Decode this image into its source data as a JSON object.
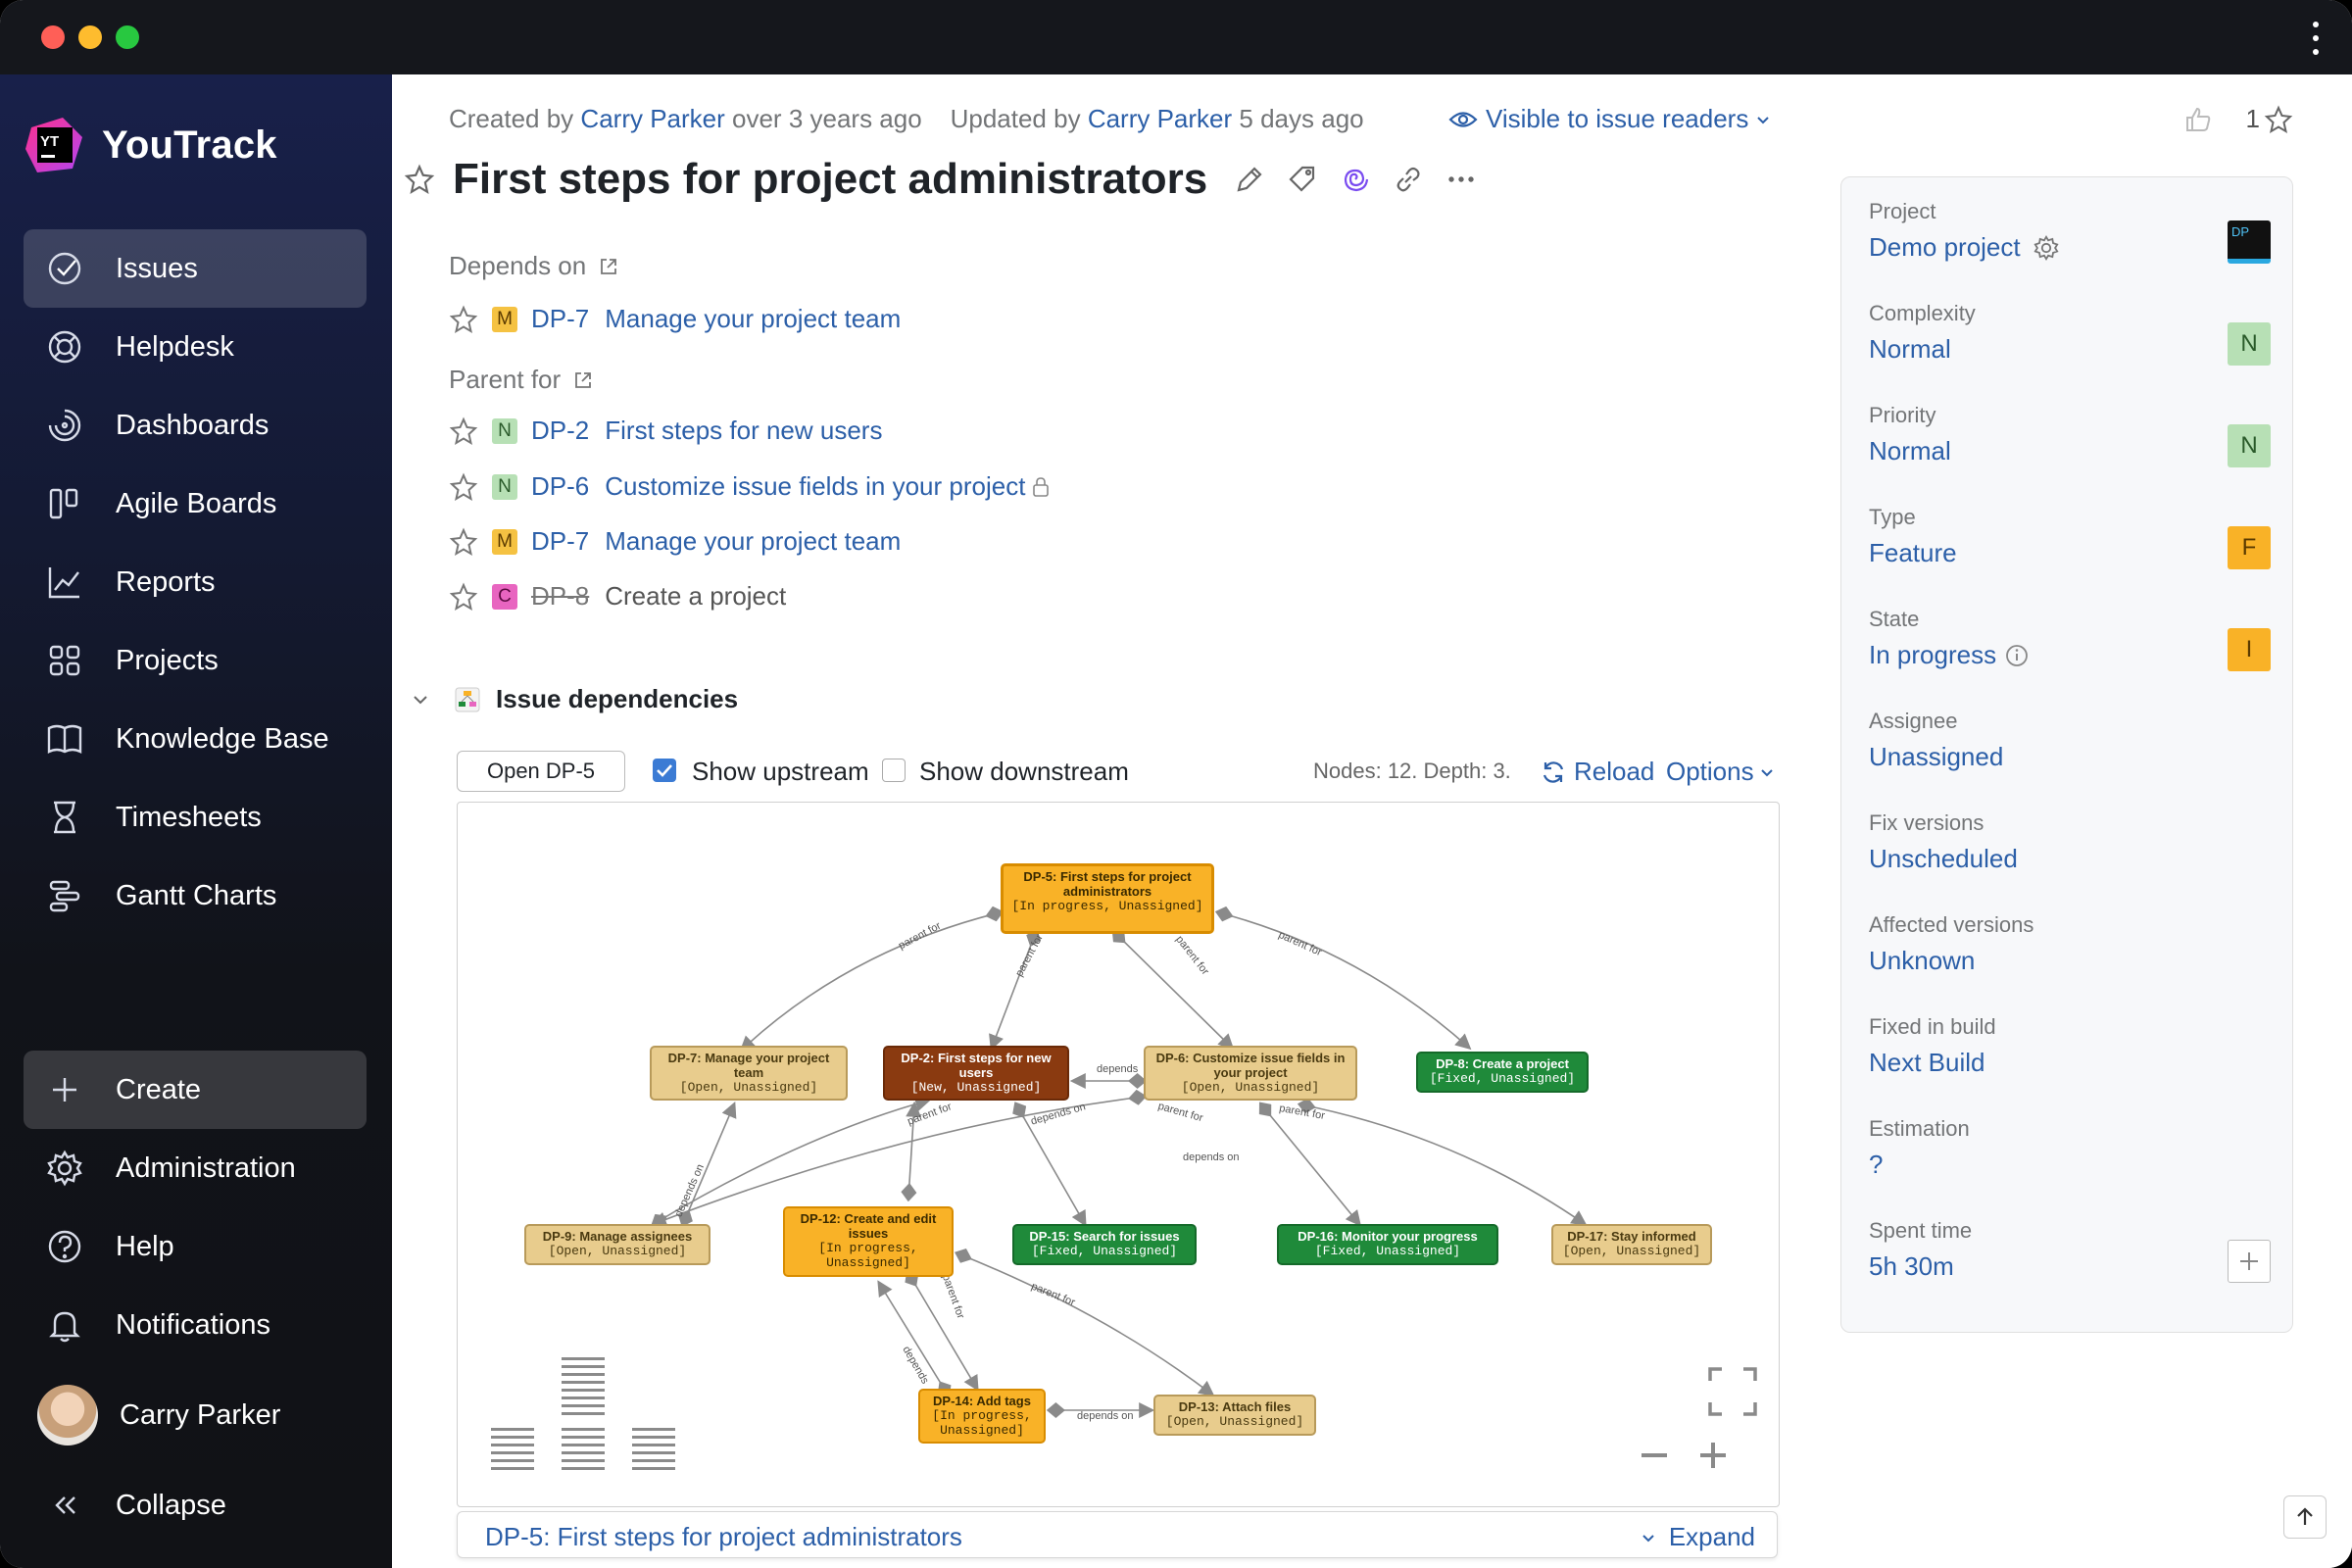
{
  "window": {
    "controls": [
      "close",
      "minimize",
      "zoom"
    ]
  },
  "sidebar": {
    "brand": "YouTrack",
    "logo_text": "YT",
    "items": [
      {
        "label": "Issues",
        "icon": "check-circle-icon",
        "active": true
      },
      {
        "label": "Helpdesk",
        "icon": "lifebuoy-icon"
      },
      {
        "label": "Dashboards",
        "icon": "gauge-icon"
      },
      {
        "label": "Agile Boards",
        "icon": "board-icon"
      },
      {
        "label": "Reports",
        "icon": "chart-icon"
      },
      {
        "label": "Projects",
        "icon": "grid-icon"
      },
      {
        "label": "Knowledge Base",
        "icon": "book-icon"
      },
      {
        "label": "Timesheets",
        "icon": "hourglass-icon"
      },
      {
        "label": "Gantt Charts",
        "icon": "gantt-icon"
      }
    ],
    "bottom": [
      {
        "label": "Create",
        "icon": "plus-icon"
      },
      {
        "label": "Administration",
        "icon": "gear-icon"
      },
      {
        "label": "Help",
        "icon": "question-icon"
      },
      {
        "label": "Notifications",
        "icon": "bell-icon"
      }
    ],
    "user": "Carry Parker",
    "collapse": "Collapse"
  },
  "meta": {
    "created_prefix": "Created by",
    "created_by": "Carry Parker",
    "created_when": "over 3 years ago",
    "updated_prefix": "Updated by",
    "updated_by": "Carry Parker",
    "updated_when": "5 days ago",
    "visibility": "Visible to issue readers",
    "votes": "1"
  },
  "issue": {
    "title": "First steps for project administrators"
  },
  "links": {
    "depends_on_label": "Depends on",
    "depends_on": [
      {
        "badge": "M",
        "badge_color": "#f5c242",
        "id": "DP-7",
        "summary": "Manage your project team",
        "resolved": false
      }
    ],
    "parent_for_label": "Parent for",
    "parent_for": [
      {
        "badge": "N",
        "badge_color": "#b7e0b5",
        "id": "DP-2",
        "summary": "First steps for new users",
        "resolved": false
      },
      {
        "badge": "N",
        "badge_color": "#b7e0b5",
        "id": "DP-6",
        "summary": "Customize issue fields in your project",
        "resolved": false,
        "locked": true
      },
      {
        "badge": "M",
        "badge_color": "#f5c242",
        "id": "DP-7",
        "summary": "Manage your project team",
        "resolved": false
      },
      {
        "badge": "C",
        "badge_color": "#e865c0",
        "id": "DP-8",
        "summary": "Create a project",
        "resolved": true
      }
    ]
  },
  "dependencies": {
    "header": "Issue dependencies",
    "open_button": "Open DP-5",
    "show_upstream": "Show upstream",
    "show_downstream": "Show downstream",
    "upstream_checked": true,
    "downstream_checked": false,
    "info": "Nodes: 12.  Depth: 3.",
    "reload": "Reload",
    "options": "Options",
    "footer_label": "DP-5: First steps for project administrators",
    "expand": "Expand",
    "nodes": [
      {
        "id": "n5",
        "title": "DP-5: First steps for project administrators",
        "status": "[In progress, Unassigned]",
        "bg": "#f9b227",
        "border": "#d88c00",
        "color": "#3a2a00"
      },
      {
        "id": "n7",
        "title": "DP-7: Manage your project team",
        "status": "[Open, Unassigned]",
        "bg": "#e8cc8d",
        "border": "#b89a5a",
        "color": "#4a3a10"
      },
      {
        "id": "n2",
        "title": "DP-2: First steps for new users",
        "status": "[New, Unassigned]",
        "bg": "#8a3a10",
        "border": "#6a2a08",
        "color": "#fff"
      },
      {
        "id": "n6",
        "title": "DP-6: Customize issue fields in your project",
        "status": "[Open, Unassigned]",
        "bg": "#e8cc8d",
        "border": "#b89a5a",
        "color": "#4a3a10"
      },
      {
        "id": "n8",
        "title": "DP-8: Create a project",
        "status": "[Fixed, Unassigned]",
        "bg": "#1f8a3a",
        "border": "#156a2a",
        "color": "#fff"
      },
      {
        "id": "n9",
        "title": "DP-9: Manage assignees",
        "status": "[Open, Unassigned]",
        "bg": "#e8cc8d",
        "border": "#b89a5a",
        "color": "#4a3a10"
      },
      {
        "id": "n12",
        "title": "DP-12: Create and edit issues",
        "status": "[In progress, Unassigned]",
        "bg": "#f9b227",
        "border": "#d88c00",
        "color": "#3a2a00"
      },
      {
        "id": "n15",
        "title": "DP-15: Search for issues",
        "status": "[Fixed, Unassigned]",
        "bg": "#1f8a3a",
        "border": "#156a2a",
        "color": "#fff"
      },
      {
        "id": "n16",
        "title": "DP-16: Monitor your progress",
        "status": "[Fixed, Unassigned]",
        "bg": "#1f8a3a",
        "border": "#156a2a",
        "color": "#fff"
      },
      {
        "id": "n17",
        "title": "DP-17: Stay informed",
        "status": "[Open, Unassigned]",
        "bg": "#e8cc8d",
        "border": "#b89a5a",
        "color": "#4a3a10"
      },
      {
        "id": "n14",
        "title": "DP-14: Add tags",
        "status": "[In progress, Unassigned]",
        "bg": "#f9b227",
        "border": "#d88c00",
        "color": "#3a2a00"
      },
      {
        "id": "n13",
        "title": "DP-13: Attach files",
        "status": "[Open, Unassigned]",
        "bg": "#e8cc8d",
        "border": "#b89a5a",
        "color": "#4a3a10"
      }
    ],
    "edge_labels": [
      "parent for",
      "parent for",
      "parent for",
      "parent for",
      "depends",
      "parent for",
      "depends on",
      "parent for",
      "parent for",
      "depends on",
      "depends on",
      "parent for",
      "parent for",
      "depends",
      "depends on"
    ]
  },
  "fields": [
    {
      "label": "Project",
      "value": "Demo project",
      "badge": "DP",
      "badge_bg": "#111",
      "badge_fg": "#4fc3f7",
      "gear": true
    },
    {
      "label": "Complexity",
      "value": "Normal",
      "badge": "N",
      "badge_bg": "#b7e0b5",
      "badge_fg": "#2a5a2a"
    },
    {
      "label": "Priority",
      "value": "Normal",
      "badge": "N",
      "badge_bg": "#b7e0b5",
      "badge_fg": "#2a5a2a"
    },
    {
      "label": "Type",
      "value": "Feature",
      "badge": "F",
      "badge_bg": "#f9b227",
      "badge_fg": "#5a3a00"
    },
    {
      "label": "State",
      "value": "In progress",
      "badge": "I",
      "badge_bg": "#f9b227",
      "badge_fg": "#5a3a00",
      "info": true
    },
    {
      "label": "Assignee",
      "value": "Unassigned"
    },
    {
      "label": "Fix versions",
      "value": "Unscheduled"
    },
    {
      "label": "Affected versions",
      "value": "Unknown"
    },
    {
      "label": "Fixed in build",
      "value": "Next Build"
    },
    {
      "label": "Estimation",
      "value": "?"
    },
    {
      "label": "Spent time",
      "value": "5h 30m",
      "add": true
    }
  ]
}
